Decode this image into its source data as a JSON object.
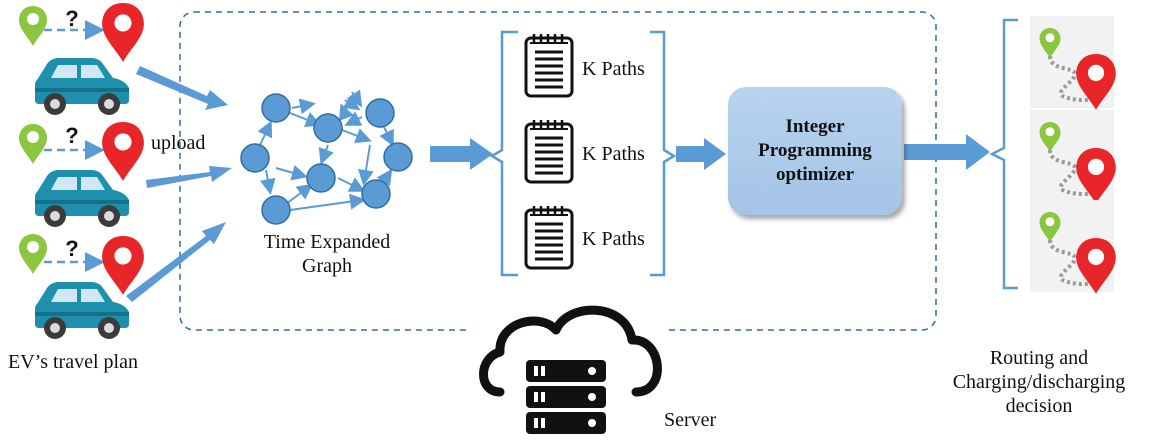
{
  "labels": {
    "upload": "upload",
    "graph_line1": "Time Expanded",
    "graph_line2": "Graph",
    "k_paths": [
      "K Paths",
      "K Paths",
      "K Paths"
    ],
    "optimizer_lines": [
      "Integer",
      "Programming",
      "optimizer"
    ],
    "travel_plan": "EV’s travel plan",
    "server": "Server",
    "decision_lines": [
      "Routing and",
      "Charging/discharging",
      "decision"
    ],
    "question_mark": "?"
  },
  "colors": {
    "arrow_blue": "#5b9bd5",
    "node_blue": "#5b9bd5",
    "node_border": "#2e6da4",
    "pin_red": "#e8262a",
    "pin_green": "#8cc63e",
    "car_teal": "#1f8fae",
    "bracket_blue": "#5b9bd5",
    "optimizer_fill": "#a9c8e8"
  },
  "icons": [
    "location-pin-icon",
    "car-icon",
    "document-icon",
    "cloud-server-icon",
    "route-icon"
  ]
}
